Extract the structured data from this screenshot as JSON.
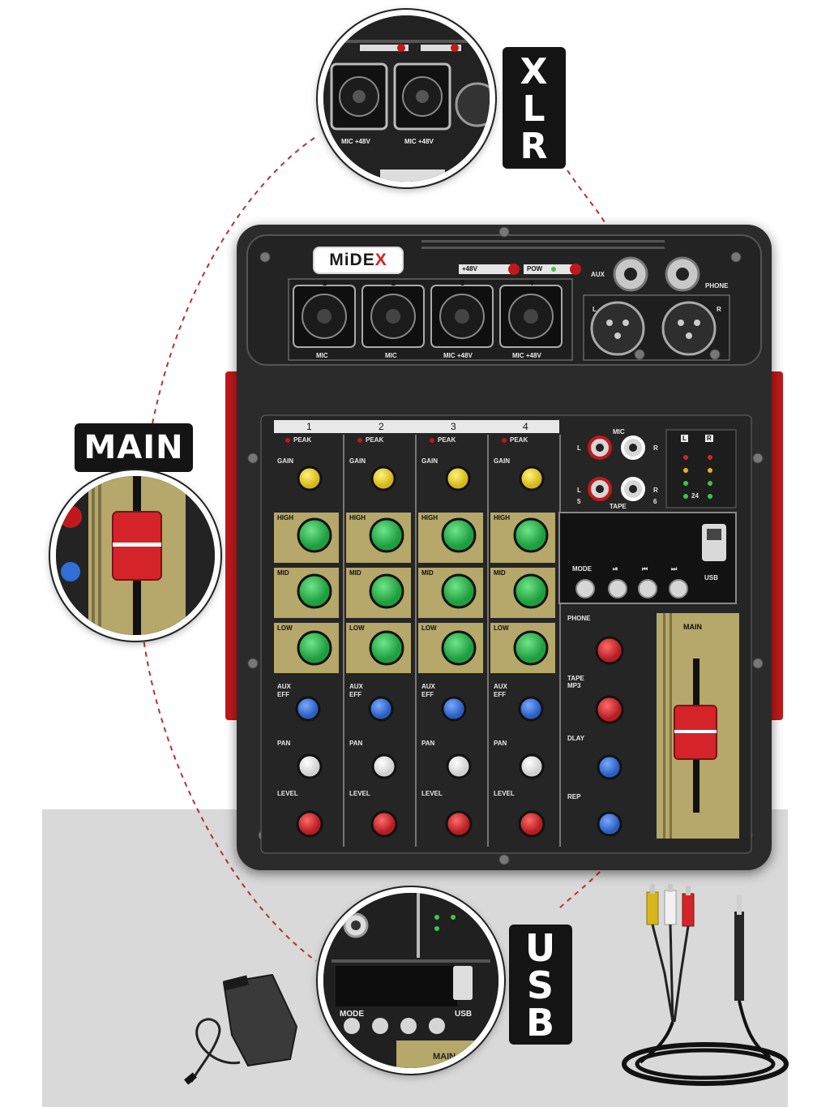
{
  "callouts": {
    "xlr": {
      "label": "XLR",
      "letters": [
        "X",
        "L",
        "R"
      ]
    },
    "main": {
      "label": "MAIN"
    },
    "usb": {
      "label": "USB",
      "letters": [
        "U",
        "S",
        "B"
      ]
    }
  },
  "mixer": {
    "brand": "MiDEX",
    "brand_main": "MiDE",
    "brand_x": "X",
    "top_labels": {
      "phantom": "+48V",
      "power": "POW",
      "aux": "AUX",
      "phone": "PHONE",
      "left": "L",
      "right": "R"
    },
    "input_channels": [
      {
        "number": "1",
        "jack_label": "MIC"
      },
      {
        "number": "2",
        "jack_label": "MIC"
      },
      {
        "number": "3",
        "jack_label": "MIC +48V"
      },
      {
        "number": "4",
        "jack_label": "MIC +48V"
      }
    ],
    "strip_labels": {
      "peak": "PEAK",
      "gain": "GAIN",
      "high": "HIGH",
      "mid": "MID",
      "low": "LOW",
      "aux_eff": [
        "AUX",
        "EFF"
      ],
      "pan": "PAN",
      "level": "LEVEL"
    },
    "rca_section": {
      "mic": "MIC",
      "tape": "TAPE",
      "in_l": "L",
      "in_r": "R",
      "num_5": "5",
      "num_6": "6"
    },
    "meter": {
      "left": "L",
      "right": "R",
      "step": "24"
    },
    "usb_player": {
      "buttons": [
        "MODE",
        "⏯",
        "⏮",
        "⏭"
      ],
      "usb_label": "USB"
    },
    "master": {
      "controls": [
        "PHONE",
        "TAPE MP3",
        "DLAY",
        "REP"
      ],
      "main_label": "MAIN"
    }
  },
  "colors": {
    "gain_knob": "#f2d41c",
    "eq_knob": "#22b34a",
    "aux_knob": "#2f6fd6",
    "pan_knob": "#f2f2f2",
    "level_knob": "#d4242a",
    "gold_panel": "#b6a76a",
    "accent_red": "#c0191b"
  }
}
